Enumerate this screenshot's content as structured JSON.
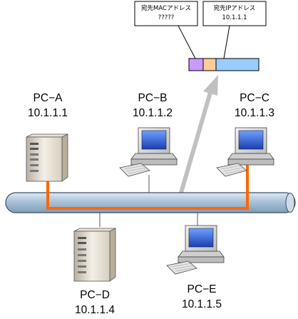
{
  "callouts": {
    "mac": {
      "title": "宛先MACアドレス",
      "value": "?????"
    },
    "ip": {
      "title": "宛先IPアドレス",
      "value": "10.1.1.1"
    }
  },
  "packet": {
    "segment_colors": [
      "#cc99ff",
      "#ffcc99",
      "#99ccff"
    ]
  },
  "nodes": {
    "pc_a": {
      "name": "PC−A",
      "ip": "10.1.1.1"
    },
    "pc_b": {
      "name": "PC−B",
      "ip": "10.1.1.2"
    },
    "pc_c": {
      "name": "PC−C",
      "ip": "10.1.1.3"
    },
    "pc_d": {
      "name": "PC−D",
      "ip": "10.1.1.4"
    },
    "pc_e": {
      "name": "PC−E",
      "ip": "10.1.1.5"
    }
  },
  "colors": {
    "bus_fill": "#a9c2d8",
    "route": "#ff6600",
    "arrow_gray": "#c0c0c0"
  }
}
